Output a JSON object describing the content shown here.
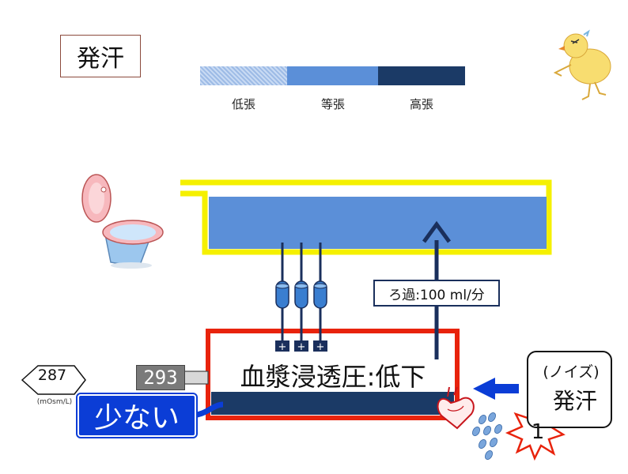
{
  "title": "発汗",
  "legend": [
    {
      "label": "低張"
    },
    {
      "label": "等張"
    },
    {
      "label": "高張"
    }
  ],
  "colors": {
    "hypotonic": "#a9c4ea",
    "isotonic": "#5b8fd8",
    "hypertonic": "#1b3a66",
    "upper_tank_border": "#f5f000",
    "lower_tank_border": "#e8230c",
    "arrow_navy": "#1a2f5c",
    "bubble_blue": "#0b3dd6"
  },
  "filtration": {
    "label": "ろ過:100 ml/分"
  },
  "plasma": {
    "label": "血漿浸透圧:低下"
  },
  "reading": {
    "value": "293"
  },
  "normal": {
    "value": "287",
    "unit": "(mOsm/L)"
  },
  "status_bubble": {
    "label": "少ない"
  },
  "noise": {
    "line1": "(ノイズ)",
    "line2": "発汗"
  },
  "burst": {
    "value": "1"
  },
  "icons": [
    "toilet-icon",
    "chick-icon",
    "heart-icon",
    "sweat-drops-icon",
    "explosion-burst-icon",
    "ion-channel-icon"
  ]
}
